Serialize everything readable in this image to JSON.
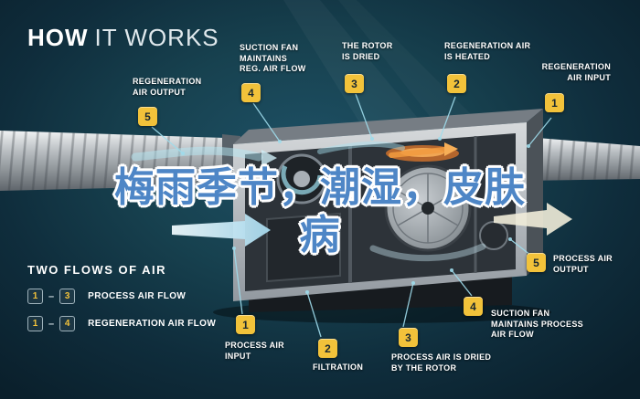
{
  "title": {
    "bold": "HOW",
    "light": "IT WORKS"
  },
  "overlay": {
    "line1": "梅雨季节，潮湿，皮肤",
    "line2": "病"
  },
  "callouts": {
    "reg_air_output": {
      "num": "5",
      "label": "REGENERATION\nAIR OUTPUT"
    },
    "suction_fan_reg": {
      "num": "4",
      "label": "SUCTION FAN\nMAINTAINS\nREG. AIR FLOW"
    },
    "rotor_dried": {
      "num": "3",
      "label": "THE ROTOR\nIS DRIED"
    },
    "reg_air_heated": {
      "num": "2",
      "label": "REGENERATION AIR\nIS HEATED"
    },
    "reg_air_input": {
      "num": "1",
      "label": "REGENERATION\nAIR INPUT"
    },
    "process_air_output": {
      "num": "5",
      "label": "PROCESS AIR\nOUTPUT"
    },
    "suction_fan_process": {
      "num": "4",
      "label": "SUCTION FAN\nMAINTAINS PROCESS\nAIR FLOW"
    },
    "process_air_dried": {
      "num": "3",
      "label": "PROCESS AIR IS DRIED\nBY THE ROTOR"
    },
    "filtration": {
      "num": "2",
      "label": "FILTRATION"
    },
    "process_air_input": {
      "num": "1",
      "label": "PROCESS AIR\nINPUT"
    }
  },
  "legend": {
    "heading": "TWO FLOWS OF AIR",
    "rows": [
      {
        "from": "1",
        "dash": "–",
        "to": "3",
        "label": "PROCESS AIR FLOW"
      },
      {
        "from": "1",
        "dash": "–",
        "to": "4",
        "label": "REGENERATION AIR FLOW"
      }
    ]
  },
  "colors": {
    "badge": "#f2c23a",
    "accent_line": "#8fd8ea",
    "overlay_text": "#4e86c6",
    "background_dark": "#0a1f2b",
    "background_mid": "#17414f"
  }
}
